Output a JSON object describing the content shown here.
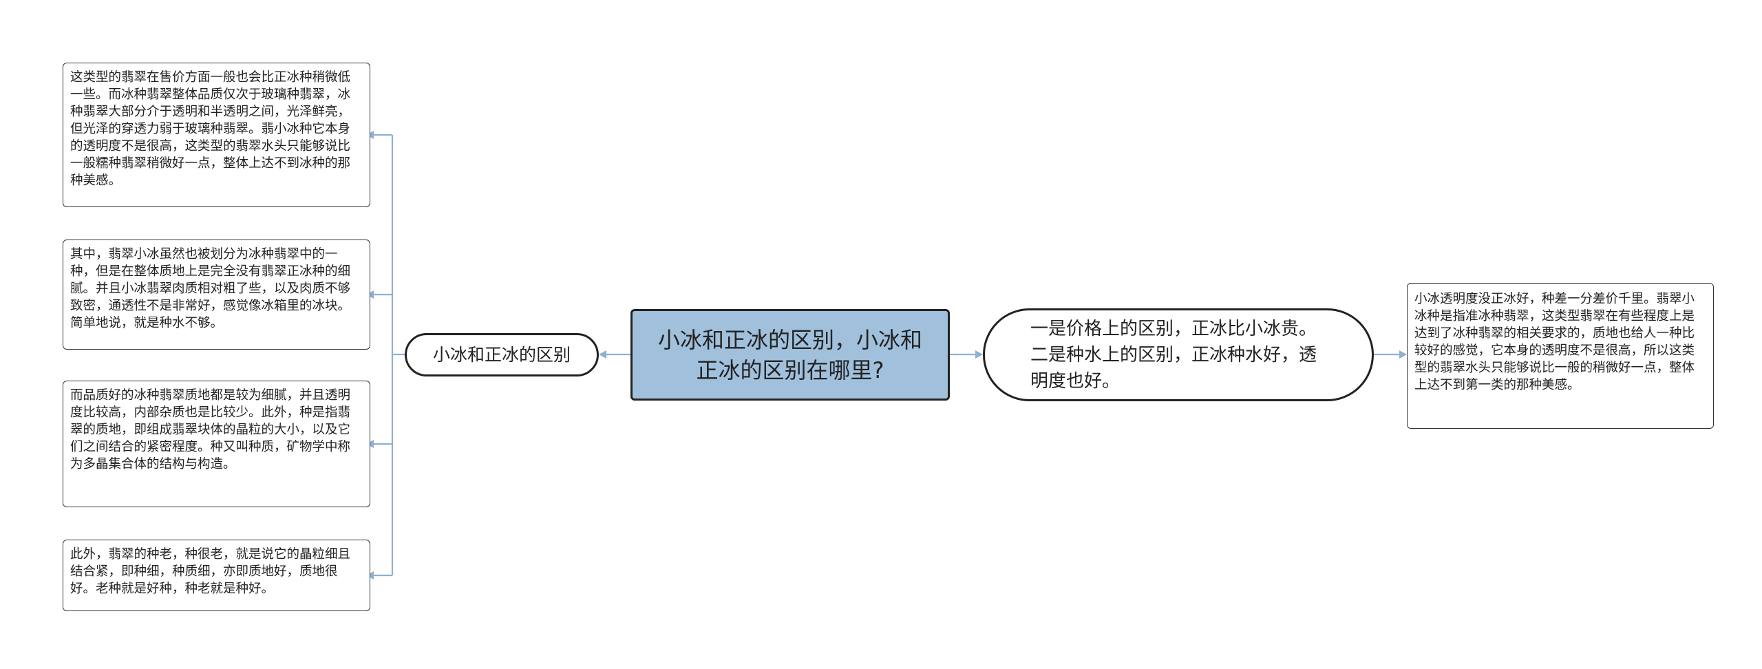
{
  "central": "小冰和正冰的区别，小冰和正冰的区别在哪里?",
  "left_branch": {
    "label": "小冰和正冰的区别",
    "children": [
      "这类型的翡翠在售价方面一般也会比正冰种稍微低一些。而冰种翡翠整体品质仅次于玻璃种翡翠，冰种翡翠大部分介于透明和半透明之间，光泽鲜亮，但光泽的穿透力弱于玻璃种翡翠。翡小冰种它本身的透明度不是很高，这类型的翡翠水头只能够说比一般糯种翡翠稍微好一点，整体上达不到冰种的那种美感。",
      "其中，翡翠小冰虽然也被划分为冰种翡翠中的一种，但是在整体质地上是完全没有翡翠正冰种的细腻。并且小冰翡翠肉质相对粗了些，以及肉质不够致密，通透性不是非常好，感觉像冰箱里的冰块。简单地说，就是种水不够。",
      "而品质好的冰种翡翠质地都是较为细腻，并且透明度比较高，内部杂质也是比较少。此外，种是指翡翠的质地，即组成翡翠块体的晶粒的大小，以及它们之间结合的紧密程度。种又叫种质，矿物学中称为多晶集合体的结构与构造。",
      "此外，翡翠的种老，种很老，就是说它的晶粒细且结合紧，即种细，种质细，亦即质地好，质地很好。老种就是好种，种老就是种好。"
    ]
  },
  "right_branch": {
    "label": "一是价格上的区别，正冰比小冰贵。二是种水上的区别，正冰种水好，透明度也好。",
    "child": "小冰透明度没正冰好，种差一分差价千里。翡翠小冰种是指准冰种翡翠，这类型翡翠在有些程度上是达到了冰种翡翠的相关要求的，质地也给人一种比较好的感觉，它本身的透明度不是很高，所以这类型的翡翠水头只能够说比一般的稍微好一点，整体上达不到第一类的那种美感。"
  },
  "colors": {
    "edge": "#8fb0cf",
    "root_fill": "#a1c0dc",
    "border": "#222222"
  }
}
